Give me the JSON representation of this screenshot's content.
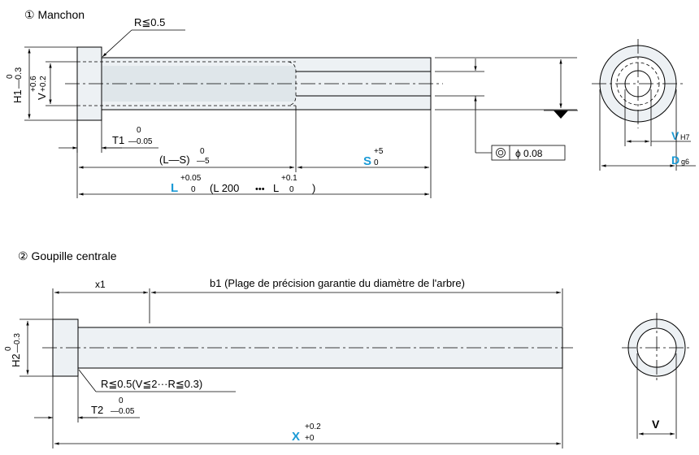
{
  "sleeve": {
    "title": "① Manchon",
    "radius_note": "R≦0.5",
    "h1_label": "H1",
    "h1_tol": "—0.3",
    "h1_tol_up": "0",
    "v_label": "V",
    "v_tol_up": "+0.6",
    "v_tol_low": "+0.2",
    "t1_label": "T1",
    "t1_tol_up": "0",
    "t1_tol_low": "—0.05",
    "ls_label": "(L—S)",
    "ls_tol_up": "0",
    "ls_tol_low": "—5",
    "s_label": "S",
    "s_tol_up": "+5",
    "s_tol_low": "0",
    "l_label": "L",
    "l_tol_up": "+0.05",
    "l_tol_low": "0",
    "l_range_open": "(L  200",
    "l_range_dots": "•••",
    "l_range_l": "L",
    "l_range_tol_up": "+0.1",
    "l_range_tol_low": "0",
    "l_range_close": ")",
    "gdt_value": "ϕ 0.08",
    "vh7_letter": "V",
    "vh7_sub": "H7",
    "dg6_letter": "D",
    "dg6_sub": "g6"
  },
  "pin": {
    "title": "② Goupille centrale",
    "x1_label": "x1",
    "b1_label": "b1 (Plage de précision garantie du diamètre de l'arbre)",
    "h2_label": "H2",
    "h2_tol_up": "0",
    "h2_tol_low": "—0.3",
    "radius_note": "R≦0.5(V≦2···R≦0.3)",
    "t2_label": "T2",
    "t2_tol_up": "0",
    "t2_tol_low": "—0.05",
    "x_label": "X",
    "x_tol_up": "+0.2",
    "x_tol_low": "+0",
    "v_label": "V"
  },
  "colors": {
    "accent": "#1a9ad6",
    "body_fill": "#edf1f4"
  }
}
